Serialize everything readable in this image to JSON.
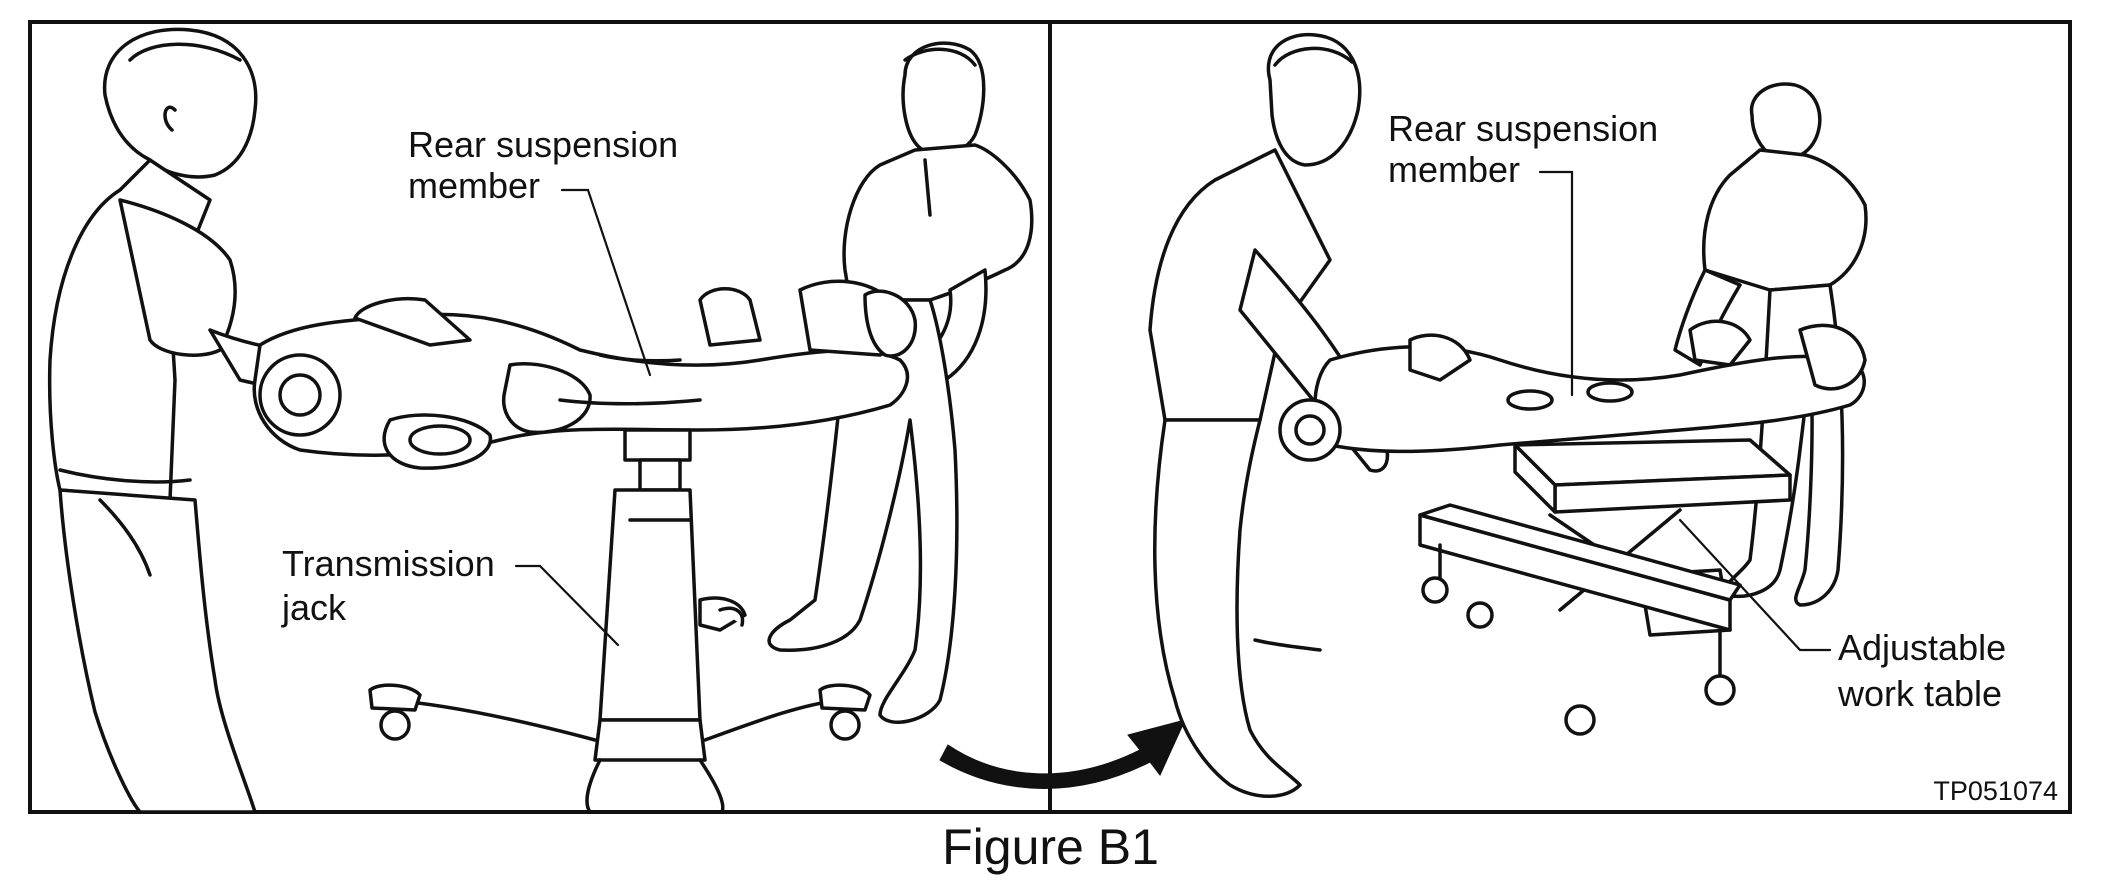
{
  "figure": {
    "caption": "Figure B1",
    "code": "TP051074",
    "left_panel": {
      "suspension_label": [
        "Rear suspension",
        "member"
      ],
      "jack_label": [
        "Transmission",
        "jack"
      ]
    },
    "right_panel": {
      "suspension_label": [
        "Rear suspension",
        "member"
      ],
      "table_label": [
        "Adjustable",
        "work table"
      ]
    }
  }
}
